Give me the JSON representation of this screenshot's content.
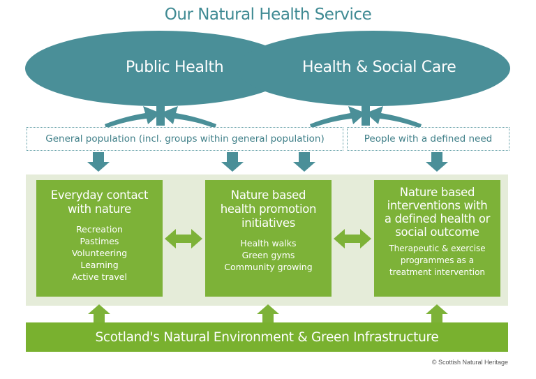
{
  "title": "Our Natural Health Service",
  "ellipses": {
    "left": "Public Health",
    "right": "Health & Social Care"
  },
  "populations": {
    "general": "General population (incl. groups within general population)",
    "defined_need": "People with a defined need"
  },
  "cards": [
    {
      "title_lines": [
        "Everyday contact",
        "with nature"
      ],
      "items": [
        "Recreation",
        "Pastimes",
        "Volunteering",
        "Learning",
        "Active travel"
      ]
    },
    {
      "title_lines": [
        "Nature based",
        "health promotion",
        "initiatives"
      ],
      "items": [
        "Health walks",
        "Green gyms",
        "Community growing"
      ]
    },
    {
      "title_lines": [
        "Nature based",
        "interventions with",
        "a defined health or",
        "social outcome"
      ],
      "items": [
        "Therapeutic & exercise",
        "programmes as a",
        "treatment intervention"
      ]
    }
  ],
  "footer": "Scotland's Natural Environment & Green Infrastructure",
  "copyright": "© Scottish Natural Heritage",
  "colors": {
    "teal": "#4a8f98",
    "title_teal": "#3f8a93",
    "green": "#7db238",
    "panel": "#e5ecd9"
  }
}
